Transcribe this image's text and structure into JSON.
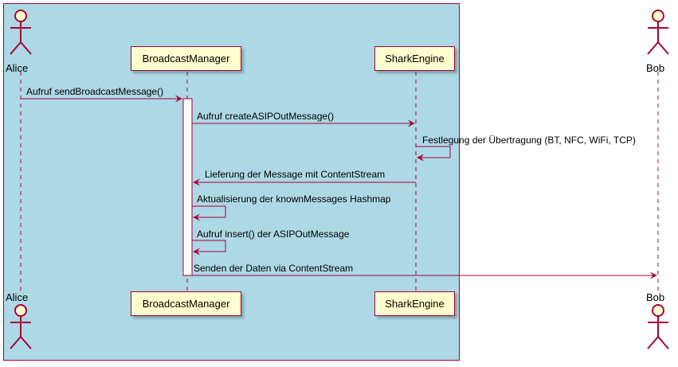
{
  "colors": {
    "box_background": "#ADD8E6",
    "box_border": "#A80036",
    "participant_fill": "#FEFECE",
    "line": "#A80036"
  },
  "participants": {
    "alice": "Alice",
    "broadcast_manager": "BroadcastManager",
    "shark_engine": "SharkEngine",
    "bob": "Bob"
  },
  "messages": [
    "Aufruf sendBroadcastMessage()",
    "Aufruf createASIPOutMessage()",
    "Festlegung der Übertragung (BT, NFC, WiFi, TCP)",
    "Lieferung der Message mit ContentStream",
    "Aktualisierung der knownMessages Hashmap",
    "Aufruf insert() der ASIPOutMessage",
    "Senden der Daten via ContentStream"
  ]
}
